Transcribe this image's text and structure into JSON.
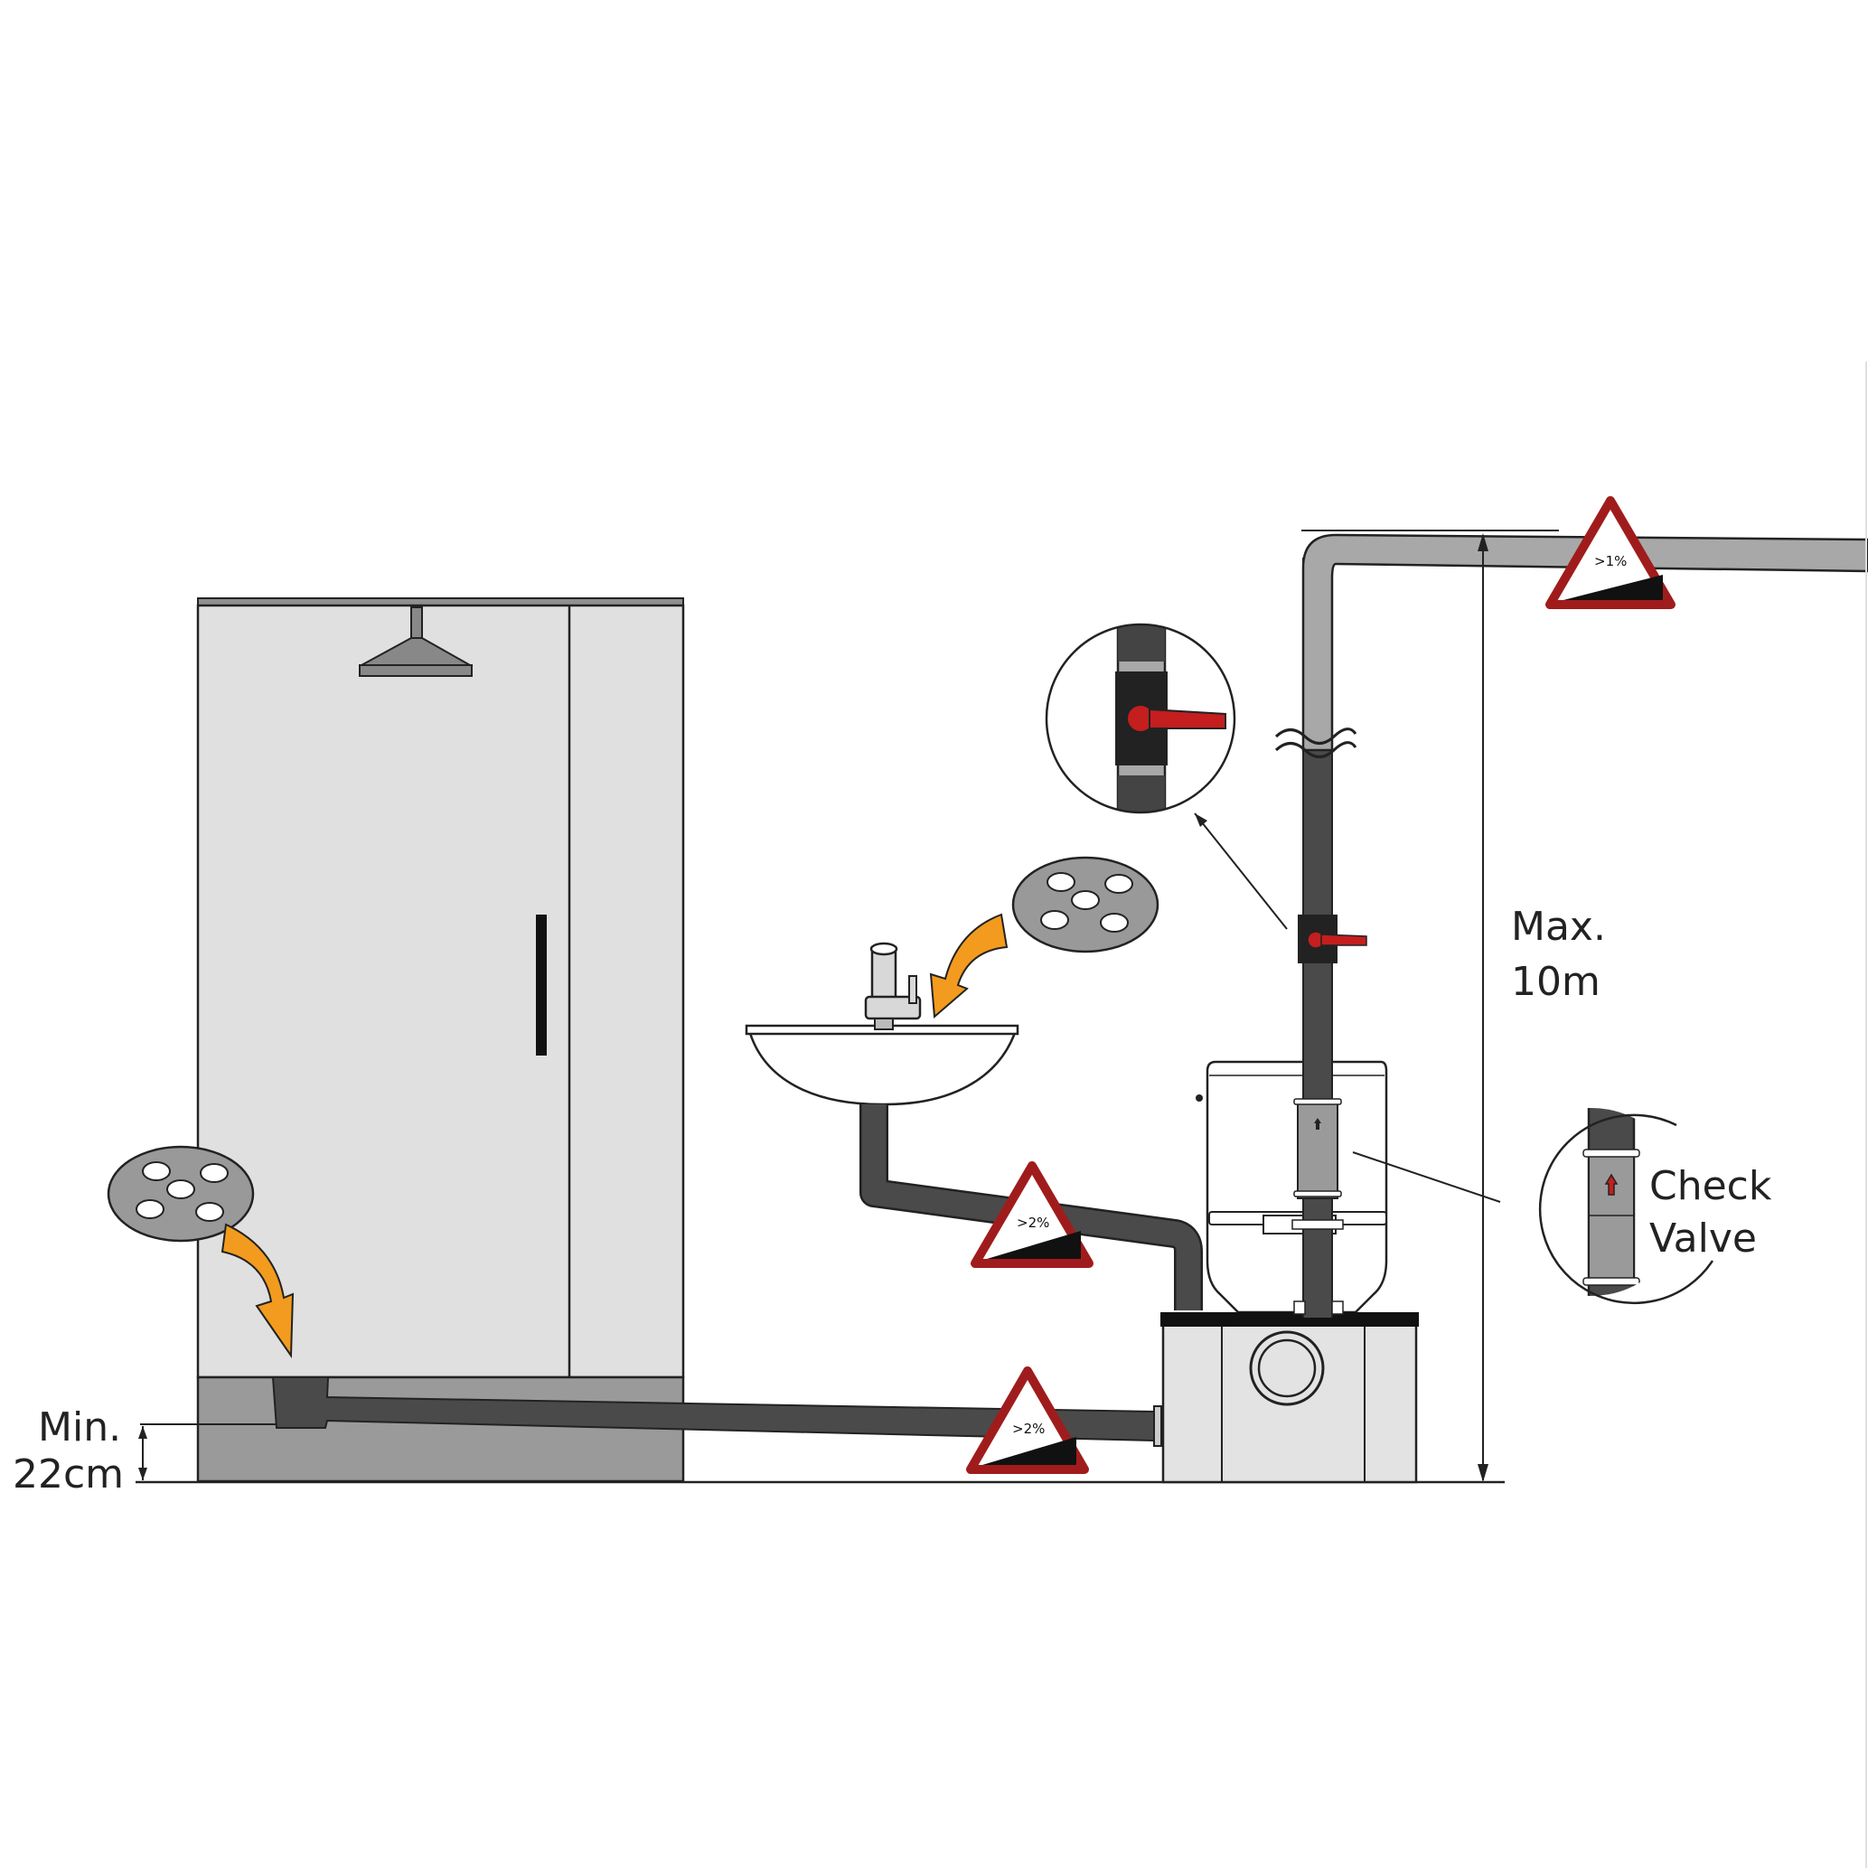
{
  "labels": {
    "min_line1": "Min.",
    "min_line2": "22cm",
    "max_line1": "Max.",
    "max_line2": "10m",
    "check_line1": "Check",
    "check_line2": "Valve"
  },
  "slope_signs": [
    {
      "id": "top-pipe",
      "text": ">1%"
    },
    {
      "id": "sink-pipe",
      "text": ">2%"
    },
    {
      "id": "floor-pipe",
      "text": ">2%"
    }
  ],
  "colors": {
    "pipe_dark": "#4a4a4a",
    "pipe_light": "#a8a8a8",
    "shower": "#e0e0e0",
    "floor": "#9a9a9a",
    "arrow": "#f39b1e",
    "sign_border": "#a01c1c",
    "valve": "#c41e1e",
    "strainer": "#999999"
  },
  "icons": [
    "strainer-icon",
    "curved-arrow-icon",
    "ball-valve-icon",
    "check-valve-icon",
    "warning-sign-icon",
    "shower-head-icon",
    "faucet-icon"
  ]
}
